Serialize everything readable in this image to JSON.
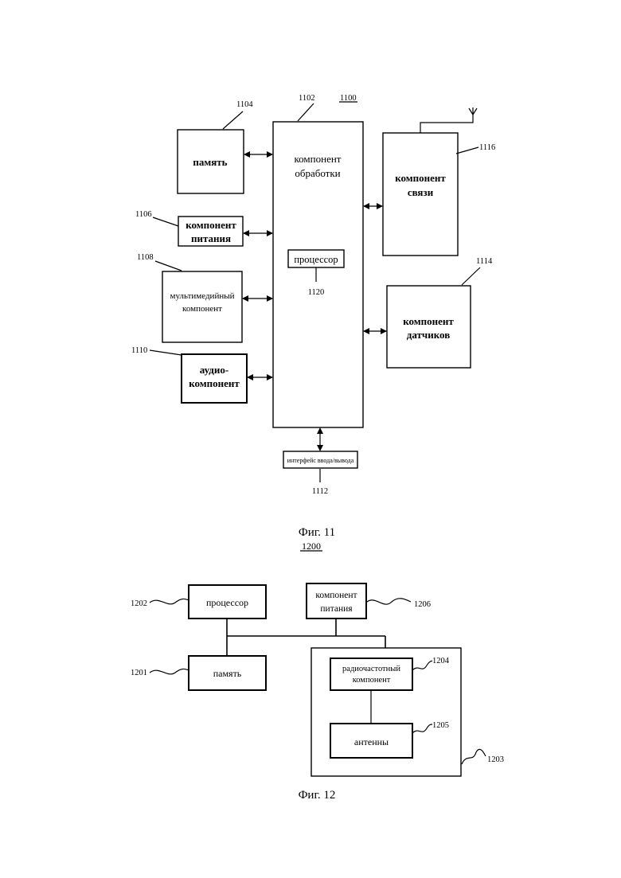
{
  "fig11": {
    "ref_main": "1100",
    "processing": {
      "ref": "1102",
      "line1": "компонент",
      "line2": "обработки"
    },
    "processor": {
      "label": "процессор",
      "ref": "1120"
    },
    "memory": {
      "ref": "1104",
      "label": "память"
    },
    "power": {
      "ref": "1106",
      "line1": "компонент",
      "line2": "питания"
    },
    "multimedia": {
      "ref": "1108",
      "line1": "мультимедийный",
      "line2": "компонент"
    },
    "audio": {
      "ref": "1110",
      "line1": "аудио-",
      "line2": "компонент"
    },
    "io": {
      "ref": "1112",
      "label": "интерфейс ввода/вывода"
    },
    "comm": {
      "ref": "1116",
      "line1": "компонент",
      "line2": "связи"
    },
    "sensor": {
      "ref": "1114",
      "line1": "компонент",
      "line2": "датчиков"
    },
    "caption": "Фиг. 11"
  },
  "fig12": {
    "ref_main": "1200",
    "processor": {
      "ref": "1202",
      "label": "процессор"
    },
    "power": {
      "ref": "1206",
      "line1": "компонент",
      "line2": "питания"
    },
    "memory": {
      "ref": "1201",
      "label": "память"
    },
    "group": {
      "ref": "1203"
    },
    "rf": {
      "ref": "1204",
      "line1": "радиочастотный",
      "line2": "компонент"
    },
    "antenna": {
      "ref": "1205",
      "label": "антенны"
    },
    "caption": "Фиг. 12"
  }
}
